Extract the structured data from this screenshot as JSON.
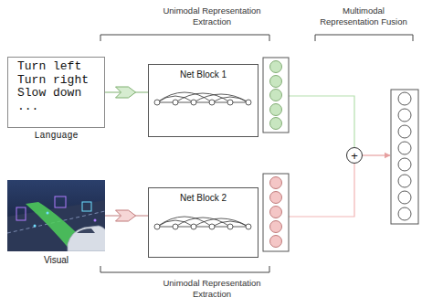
{
  "diagram": {
    "nodes": [
      {
        "text": [
          "Turn left",
          "Turn right",
          "Slow down",
          "...",
          "Language"
        ]
      },
      {
        "text": [
          "Net Block 1"
        ]
      },
      {
        "text": [
          "Visual"
        ]
      },
      {
        "text": [
          "Net Block 2"
        ]
      },
      {
        "text": [
          "+"
        ]
      }
    ],
    "edges": [
      {
        "from": 0,
        "to": 1,
        "arrow": "to"
      },
      {
        "from": 2,
        "to": 3,
        "arrow": "to"
      }
    ],
    "labels": [
      "Unimodal Representation Extraction",
      "Multimodal Representation Fusion",
      "Unimodal Representation Extraction"
    ]
  }
}
